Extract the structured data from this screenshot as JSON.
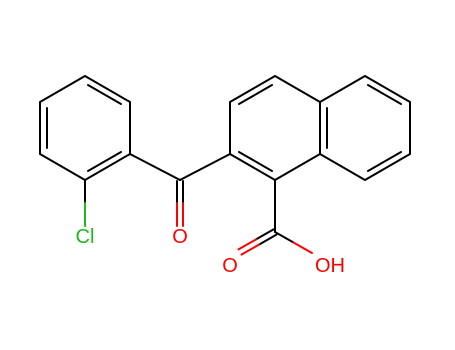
{
  "molecule": {
    "atom_labels": {
      "chlorine": "Cl",
      "ketone_oxygen": "O",
      "acid_carbonyl_oxygen": "O",
      "hydroxyl": "OH"
    }
  },
  "colors": {
    "bond": "#000000",
    "oxygen": "#ff0000",
    "chlorine": "#1fb81f",
    "background": "#ffffff"
  }
}
